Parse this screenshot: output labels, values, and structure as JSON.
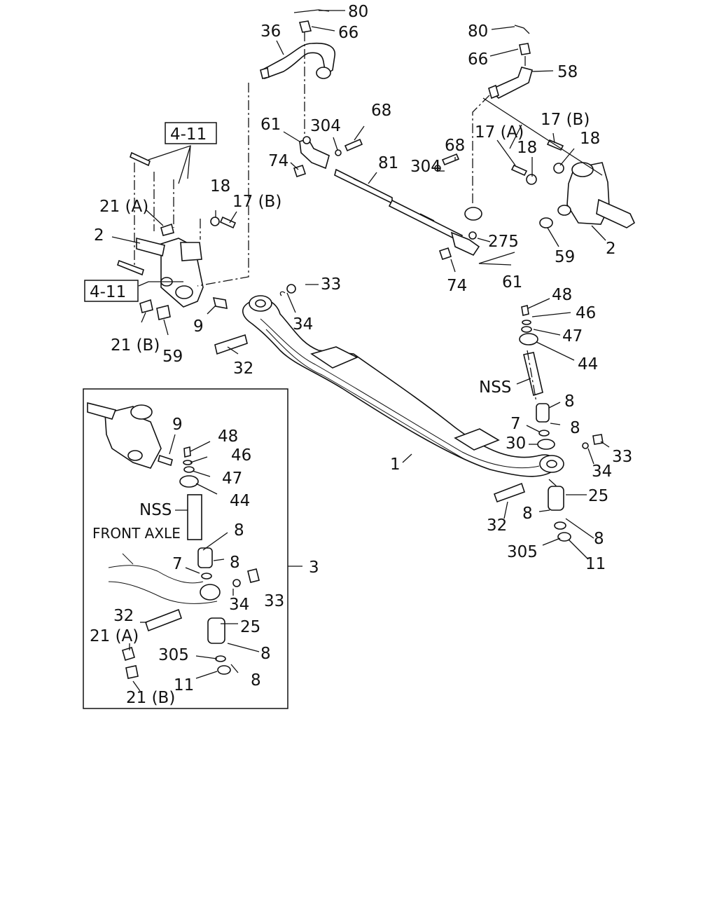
{
  "diagram": {
    "refs": {
      "ref_left_top": "4-11",
      "ref_left_mid": "4-11"
    },
    "inset": {
      "caption": "FRONT AXLE",
      "callout": "3"
    },
    "labels": [
      {
        "id": "c80a",
        "text": "80"
      },
      {
        "id": "c36",
        "text": "36"
      },
      {
        "id": "c66a",
        "text": "66"
      },
      {
        "id": "c80b",
        "text": "80"
      },
      {
        "id": "c66b",
        "text": "66"
      },
      {
        "id": "c58",
        "text": "58"
      },
      {
        "id": "c61a",
        "text": "61"
      },
      {
        "id": "c304a",
        "text": "304"
      },
      {
        "id": "c68a",
        "text": "68"
      },
      {
        "id": "c17ba",
        "text": "17 (B)"
      },
      {
        "id": "c17a",
        "text": "17 (A)"
      },
      {
        "id": "c18a",
        "text": "18"
      },
      {
        "id": "c74a",
        "text": "74"
      },
      {
        "id": "c81",
        "text": "81"
      },
      {
        "id": "c304b",
        "text": "304"
      },
      {
        "id": "c68b",
        "text": "68"
      },
      {
        "id": "c18b",
        "text": "18"
      },
      {
        "id": "c18c",
        "text": "18"
      },
      {
        "id": "c17bb",
        "text": "17 (B)"
      },
      {
        "id": "c21a",
        "text": "21 (A)"
      },
      {
        "id": "c2a",
        "text": "2"
      },
      {
        "id": "c275",
        "text": "275"
      },
      {
        "id": "c59a",
        "text": "59"
      },
      {
        "id": "c2b",
        "text": "2"
      },
      {
        "id": "c74b",
        "text": "74"
      },
      {
        "id": "c61b",
        "text": "61"
      },
      {
        "id": "c33a",
        "text": "33"
      },
      {
        "id": "c48a",
        "text": "48"
      },
      {
        "id": "c9a",
        "text": "9"
      },
      {
        "id": "c34a",
        "text": "34"
      },
      {
        "id": "c46a",
        "text": "46"
      },
      {
        "id": "c21b",
        "text": "21 (B)"
      },
      {
        "id": "c47a",
        "text": "47"
      },
      {
        "id": "c59b",
        "text": "59"
      },
      {
        "id": "c32a",
        "text": "32"
      },
      {
        "id": "c44a",
        "text": "44"
      },
      {
        "id": "cnssa",
        "text": "NSS"
      },
      {
        "id": "c8a",
        "text": "8"
      },
      {
        "id": "c7a",
        "text": "7"
      },
      {
        "id": "c8b",
        "text": "8"
      },
      {
        "id": "c30",
        "text": "30"
      },
      {
        "id": "c33b",
        "text": "33"
      },
      {
        "id": "c1",
        "text": "1"
      },
      {
        "id": "c34b",
        "text": "34"
      },
      {
        "id": "c25a",
        "text": "25"
      },
      {
        "id": "c32b",
        "text": "32"
      },
      {
        "id": "c8c",
        "text": "8"
      },
      {
        "id": "c8d",
        "text": "8"
      },
      {
        "id": "c305a",
        "text": "305"
      },
      {
        "id": "c11a",
        "text": "11"
      },
      {
        "id": "c9b",
        "text": "9"
      },
      {
        "id": "c48b",
        "text": "48"
      },
      {
        "id": "c46b",
        "text": "46"
      },
      {
        "id": "c47b",
        "text": "47"
      },
      {
        "id": "c44b",
        "text": "44"
      },
      {
        "id": "cnssb",
        "text": "NSS"
      },
      {
        "id": "c8e",
        "text": "8"
      },
      {
        "id": "c7b",
        "text": "7"
      },
      {
        "id": "c8f",
        "text": "8"
      },
      {
        "id": "c34c",
        "text": "34"
      },
      {
        "id": "c33c",
        "text": "33"
      },
      {
        "id": "c32c",
        "text": "32"
      },
      {
        "id": "c25b",
        "text": "25"
      },
      {
        "id": "c21c",
        "text": "21 (A)"
      },
      {
        "id": "c305b",
        "text": "305"
      },
      {
        "id": "c8g",
        "text": "8"
      },
      {
        "id": "c11b",
        "text": "11"
      },
      {
        "id": "c8h",
        "text": "8"
      },
      {
        "id": "c21d",
        "text": "21 (B)"
      }
    ]
  }
}
